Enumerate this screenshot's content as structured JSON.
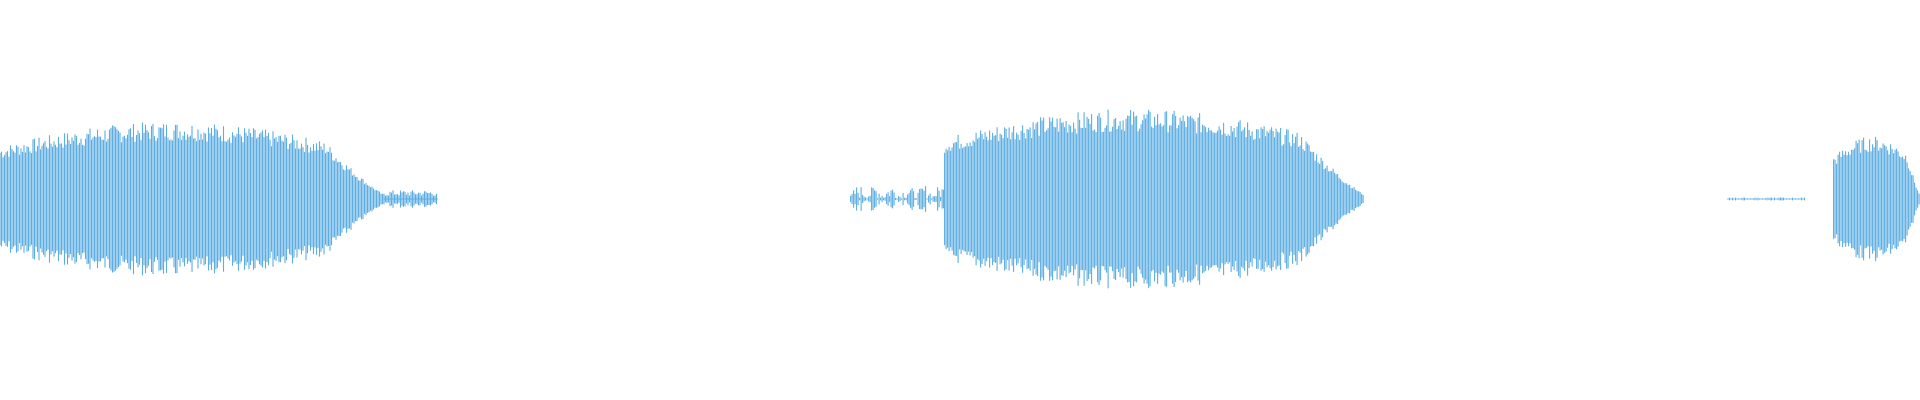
{
  "waveform": {
    "color": "#5dade2",
    "background": "#ffffff",
    "duration_normalized": 1.0,
    "segments": [
      {
        "start": 0.0,
        "end": 0.2,
        "peak": 0.86,
        "kind": "speech"
      },
      {
        "start": 0.2,
        "end": 0.228,
        "peak": 0.1,
        "kind": "tail"
      },
      {
        "start": 0.443,
        "end": 0.492,
        "peak": 0.2,
        "kind": "burst"
      },
      {
        "start": 0.492,
        "end": 0.71,
        "peak": 1.0,
        "kind": "speech"
      },
      {
        "start": 0.9,
        "end": 0.94,
        "peak": 0.02,
        "kind": "noise"
      },
      {
        "start": 0.955,
        "end": 1.0,
        "peak": 0.7,
        "kind": "speech"
      }
    ]
  }
}
